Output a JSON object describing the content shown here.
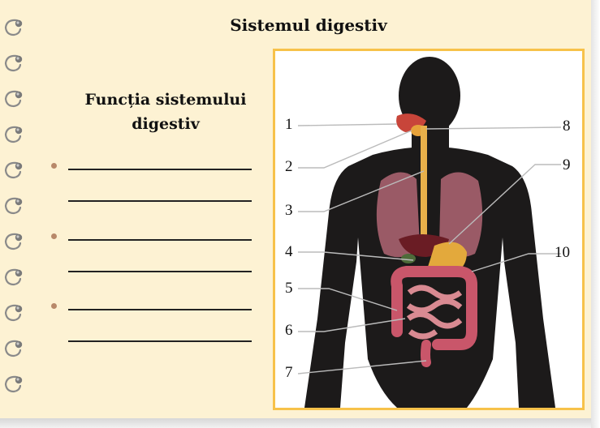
{
  "title": "Sistemul digestiv",
  "function_heading": "Funcția sistemului digestiv",
  "answer_items": [
    {
      "bullet": true,
      "lines": 2
    },
    {
      "bullet": true,
      "lines": 2
    },
    {
      "bullet": true,
      "lines": 2
    }
  ],
  "figure": {
    "labels_left": [
      "1",
      "2",
      "3",
      "4",
      "5",
      "6",
      "7"
    ],
    "labels_right": [
      "8",
      "9",
      "10"
    ]
  },
  "colors": {
    "paper": "#fdf2d3",
    "frame": "#f7c24a",
    "silhouette": "#1c1a1a",
    "bullet": "#b8896a"
  },
  "icons": [
    "spiral-ring-icon"
  ]
}
